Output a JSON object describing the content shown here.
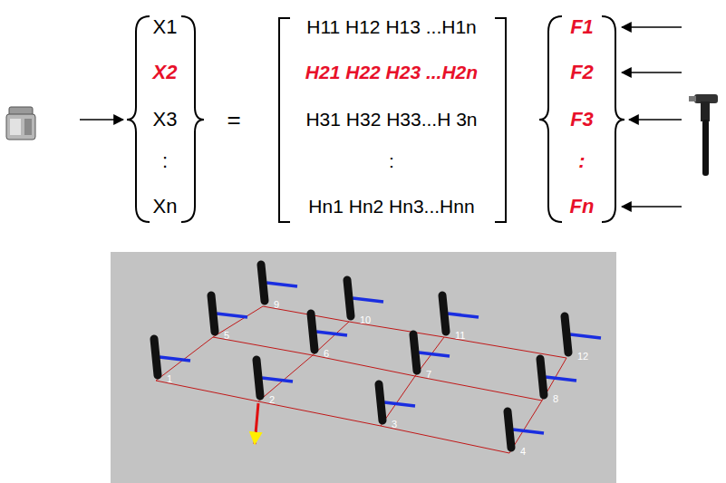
{
  "diagram": {
    "labels": [
      "X1",
      "X2",
      "X3",
      ":",
      "Xn",
      "=",
      "H11 H12 H13 ...H1n",
      "H21 H22 H23 ...H2n",
      "H31 H32 H33...H 3n",
      ":",
      "Hn1 Hn2 Hn3...Hnn",
      "F1",
      "F2",
      "F3",
      ":",
      "Fn",
      "1",
      "2",
      "3",
      "4",
      "5",
      "6",
      "7",
      "8",
      "9",
      "10",
      "11",
      "12"
    ]
  }
}
